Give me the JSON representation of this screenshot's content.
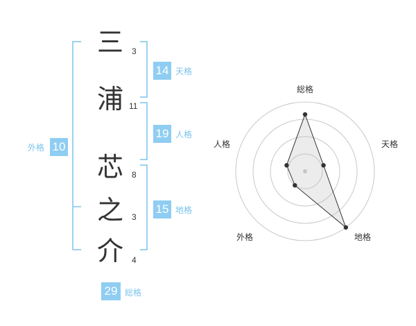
{
  "name": {
    "chars": [
      {
        "char": "三",
        "strokes": "3"
      },
      {
        "char": "浦",
        "strokes": "11"
      },
      {
        "char": "芯",
        "strokes": "8"
      },
      {
        "char": "之",
        "strokes": "3"
      },
      {
        "char": "介",
        "strokes": "4"
      }
    ]
  },
  "kaku": {
    "tenkaku": {
      "label": "天格",
      "value": "14"
    },
    "jinkaku": {
      "label": "人格",
      "value": "19"
    },
    "chikaku": {
      "label": "地格",
      "value": "15"
    },
    "gaikaku": {
      "label": "外格",
      "value": "10"
    },
    "soukaku": {
      "label": "総格",
      "value": "29"
    }
  },
  "colors": {
    "accent": "#8fcdf2",
    "label": "#7cc3ec",
    "text": "#333333"
  },
  "chart_data": {
    "type": "radar",
    "axes": [
      "総格",
      "天格",
      "地格",
      "外格",
      "人格"
    ],
    "values": [
      0.82,
      0.28,
      1.0,
      0.25,
      0.28
    ],
    "rings": 4,
    "range": [
      0,
      1
    ]
  }
}
